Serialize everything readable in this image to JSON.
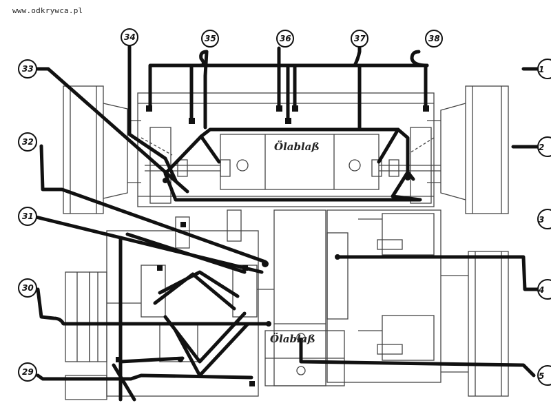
{
  "watermark": "www.odkrywca.pl",
  "callouts_top": [
    "34",
    "35",
    "36",
    "37",
    "38"
  ],
  "callouts_left": [
    "33",
    "32",
    "31",
    "30",
    "29"
  ],
  "callouts_right": [
    "1",
    "2",
    "3",
    "4",
    "5"
  ],
  "engine_labels": [
    "Ölablaß",
    "Ölablaß"
  ],
  "colors": {
    "ink": "#111111",
    "background": "#ffffff",
    "thin_line": "#444444"
  }
}
